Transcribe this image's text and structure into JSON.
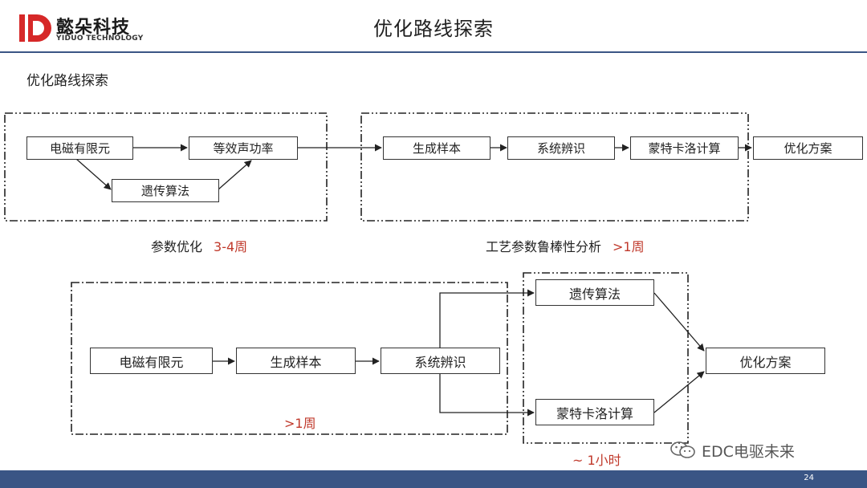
{
  "header": {
    "brand_cn": "懿朵科技",
    "brand_en": "YIDUO TECHNOLOGY",
    "title": "优化路线探索"
  },
  "section_title": "优化路线探索",
  "top_flow": {
    "parameter_group": {
      "nodes": {
        "fem": "电磁有限元",
        "equiv_power": "等效声功率",
        "genetic": "遗传算法"
      },
      "caption": "参数优化",
      "duration": "3-4周"
    },
    "robustness_group": {
      "nodes": {
        "sample": "生成样本",
        "sysid": "系统辨识",
        "monte_carlo": "蒙特卡洛计算"
      },
      "caption": "工艺参数鲁棒性分析",
      "duration": ">1周"
    },
    "result": "优化方案"
  },
  "bottom_flow": {
    "nodes": {
      "fem": "电磁有限元",
      "sample": "生成样本",
      "sysid": "系统辨识",
      "genetic": "遗传算法",
      "monte_carlo": "蒙特卡洛计算",
      "result": "优化方案"
    },
    "left_duration": ">1周",
    "right_duration": "~ 1小时"
  },
  "watermark": "EDC电驱未来",
  "footer": {
    "page_number": "24"
  },
  "colors": {
    "accent_blue": "#3a5585",
    "logo_red": "#d62828",
    "duration_red": "#c0392b"
  }
}
